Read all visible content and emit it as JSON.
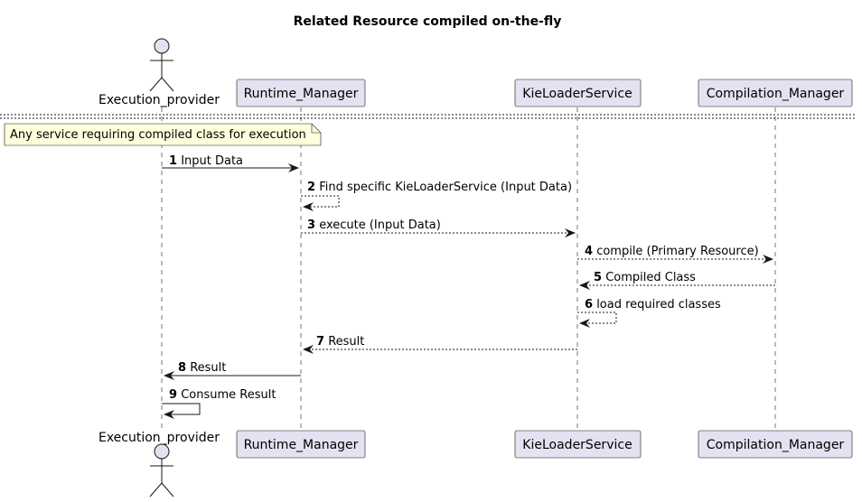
{
  "title": "Related Resource compiled on-the-fly",
  "participants": [
    {
      "id": "exec",
      "name": "Execution_provider",
      "kind": "actor"
    },
    {
      "id": "runtime",
      "name": "Runtime_Manager",
      "kind": "participant"
    },
    {
      "id": "kie",
      "name": "KieLoaderService",
      "kind": "participant"
    },
    {
      "id": "comp",
      "name": "Compilation_Manager",
      "kind": "participant"
    }
  ],
  "note": {
    "text": "Any service requiring compiled class for execution"
  },
  "messages": [
    {
      "num": "1",
      "label": "Input Data",
      "from": "exec",
      "to": "runtime",
      "style": "solid"
    },
    {
      "num": "2",
      "label": "Find specific KieLoaderService (Input Data)",
      "from": "runtime",
      "to": "runtime",
      "style": "dashed"
    },
    {
      "num": "3",
      "label": "execute (Input Data)",
      "from": "runtime",
      "to": "kie",
      "style": "dashed"
    },
    {
      "num": "4",
      "label": "compile (Primary Resource)",
      "from": "kie",
      "to": "comp",
      "style": "dashed"
    },
    {
      "num": "5",
      "label": "Compiled Class",
      "from": "comp",
      "to": "kie",
      "style": "dashed"
    },
    {
      "num": "6",
      "label": "load required classes",
      "from": "kie",
      "to": "kie",
      "style": "dashed"
    },
    {
      "num": "7",
      "label": "Result",
      "from": "kie",
      "to": "runtime",
      "style": "dashed"
    },
    {
      "num": "8",
      "label": "Result",
      "from": "runtime",
      "to": "exec",
      "style": "solid"
    },
    {
      "num": "9",
      "label": "Consume Result",
      "from": "exec",
      "to": "exec",
      "style": "solid"
    }
  ],
  "colors": {
    "participant_fill": "#E2E2F0",
    "participant_border": "#181818",
    "note_fill": "#FEFFDD",
    "line": "#181818",
    "lifeline": "#181818"
  }
}
